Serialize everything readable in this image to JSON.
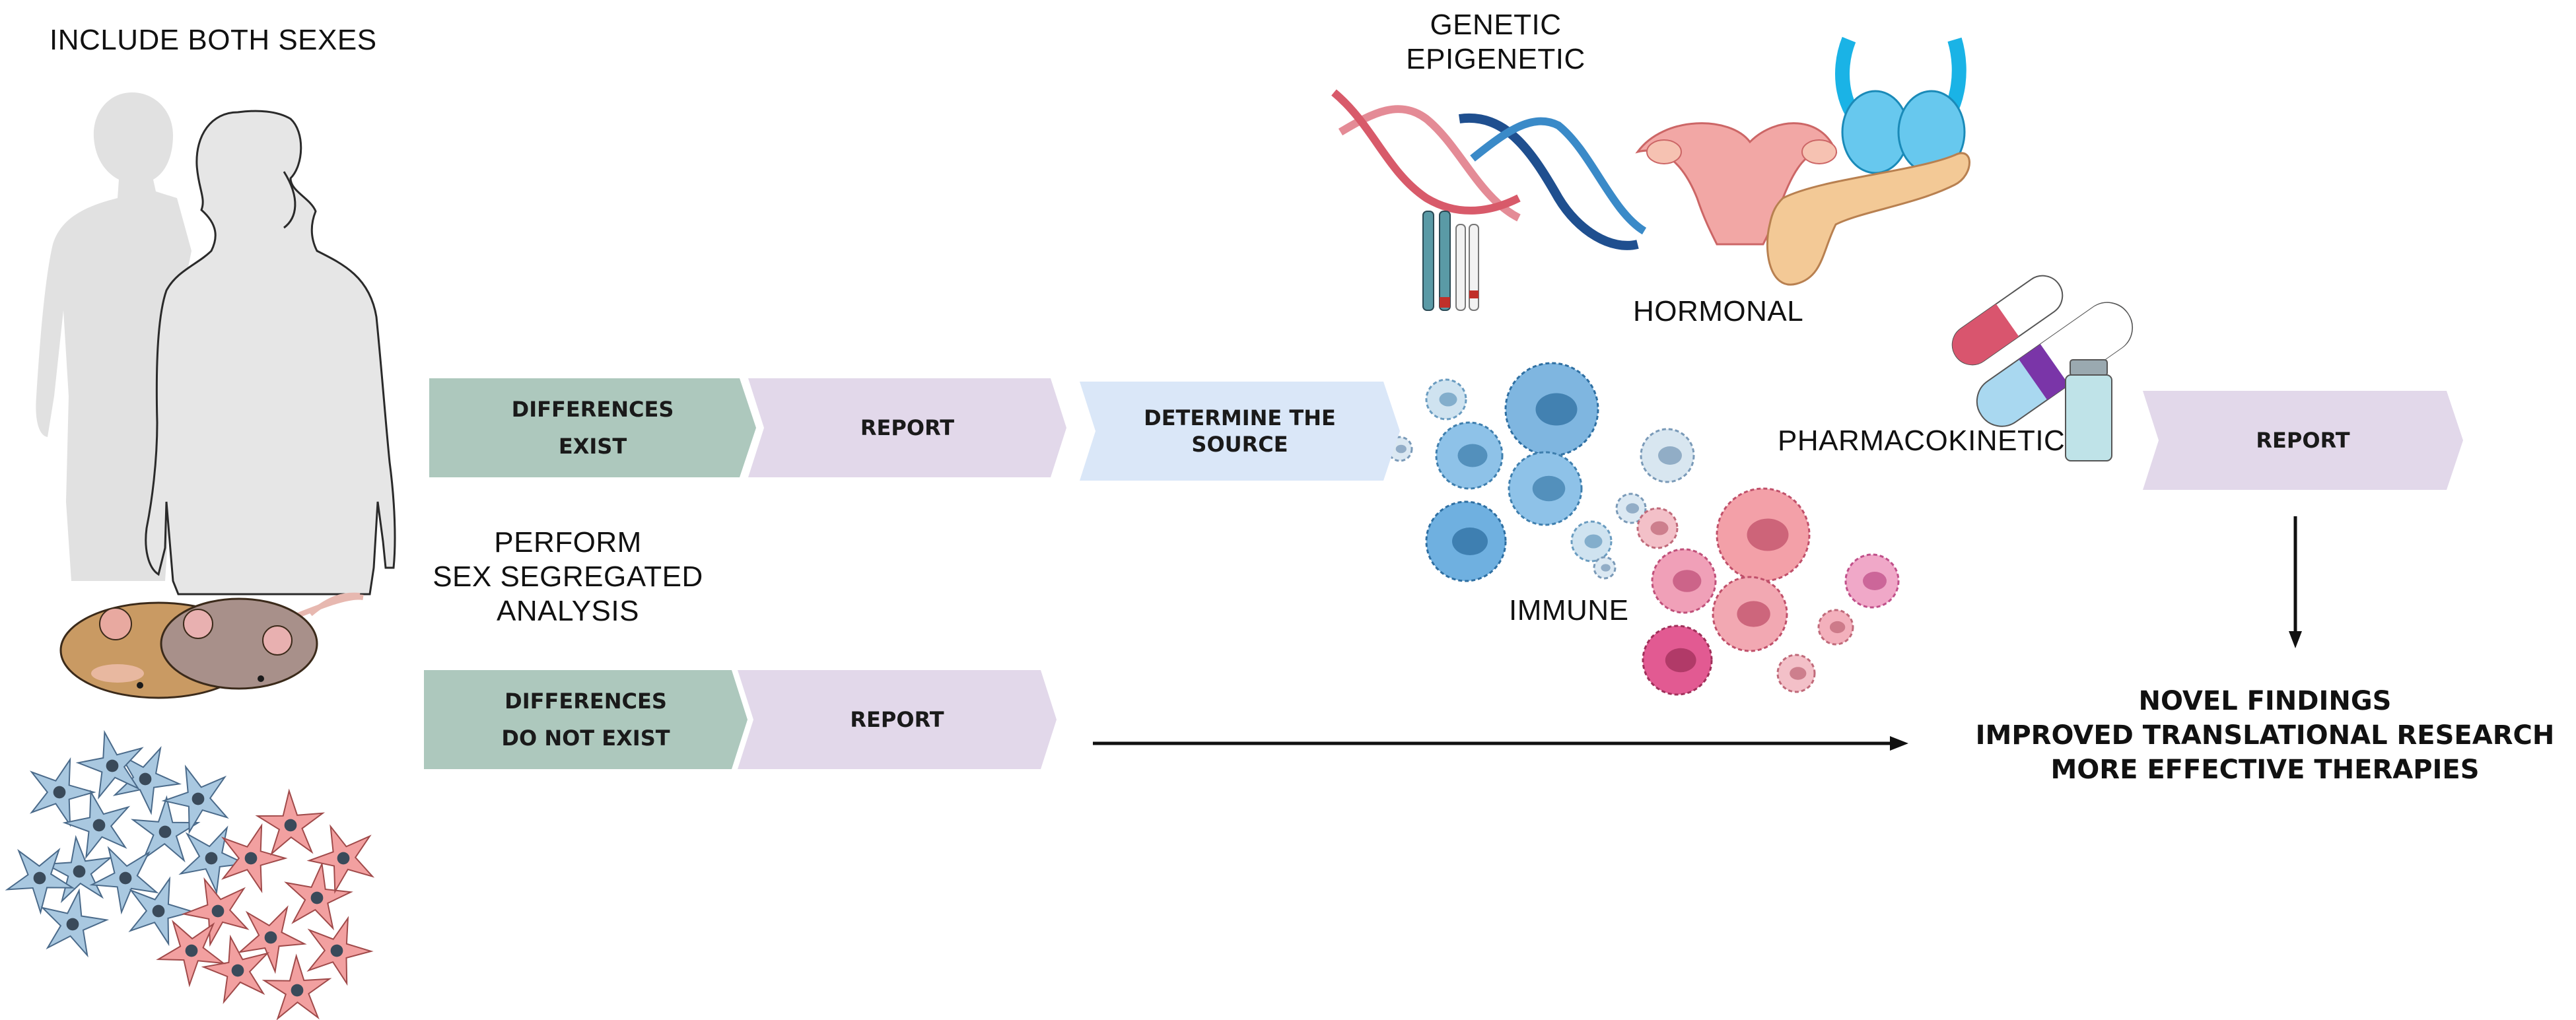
{
  "labels": {
    "include_both_sexes": "INCLUDE BOTH SEXES",
    "genetic": "GENETIC",
    "epigenetic": "EPIGENETIC",
    "hormonal": "HORMONAL",
    "pharmacokinetic": "PHARMACOKINETIC",
    "immune": "IMMUNE",
    "perform_line1": "PERFORM",
    "perform_line2": "SEX SEGREGATED",
    "perform_line3": "ANALYSIS"
  },
  "flow_top": {
    "differences_line1": "DIFFERENCES",
    "differences_line2": "EXIST",
    "report": "REPORT",
    "determine_line1": "DETERMINE THE",
    "determine_line2": "SOURCE",
    "report_final": "REPORT"
  },
  "flow_bottom": {
    "differences_line1": "DIFFERENCES",
    "differences_line2": "DO NOT EXIST",
    "report": "REPORT"
  },
  "conclusion": {
    "line1": "NOVEL FINDINGS",
    "line2": "IMPROVED TRANSLATIONAL RESEARCH",
    "line3": "MORE EFFECTIVE THERAPIES"
  },
  "colors": {
    "chevron_green": "#adc8bd",
    "chevron_purple": "#e2d8ea",
    "chevron_blue": "#dae7f8",
    "arrow": "#111111"
  }
}
